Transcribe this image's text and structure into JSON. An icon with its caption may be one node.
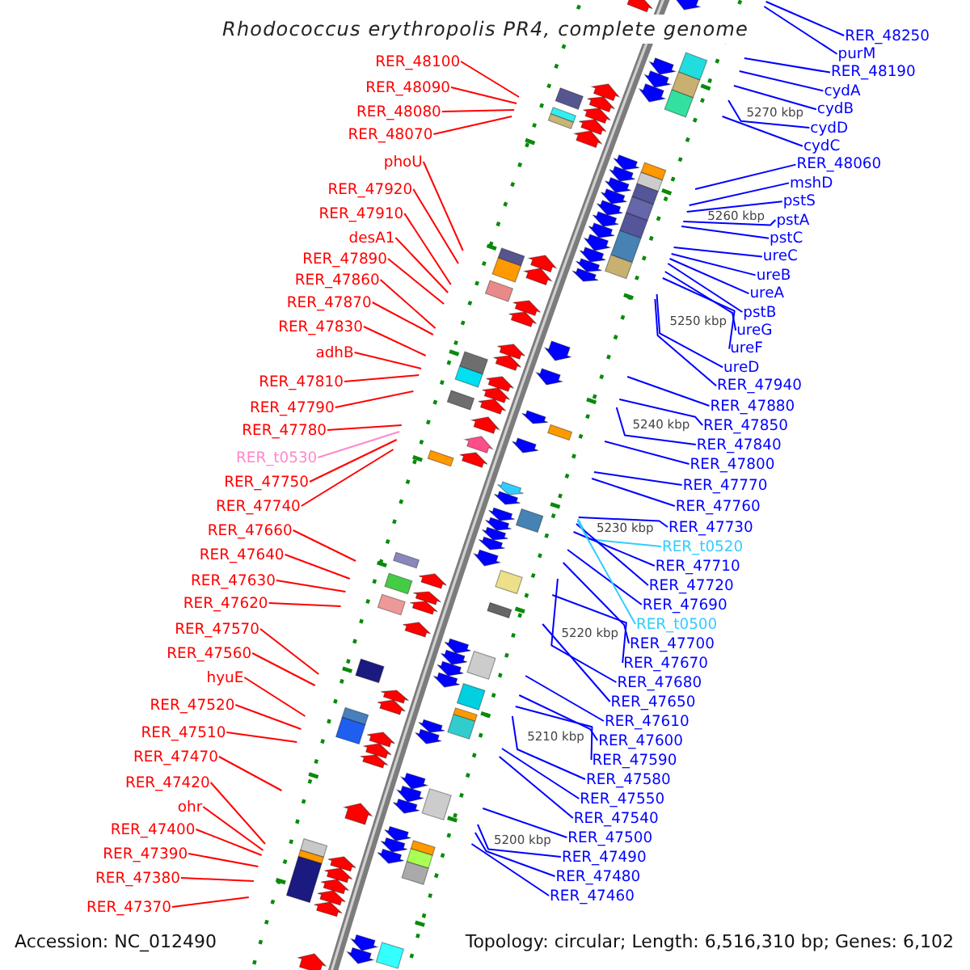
{
  "diagram": {
    "title": "Rhodococcus erythropolis PR4, complete genome",
    "nodes": [
      {
        "text": [
          "RER_48100"
        ]
      },
      {
        "text": [
          "RER_48090"
        ]
      },
      {
        "text": [
          "RER_48080"
        ]
      },
      {
        "text": [
          "RER_48070"
        ]
      },
      {
        "text": [
          "phoU"
        ]
      },
      {
        "text": [
          "RER_47920"
        ]
      },
      {
        "text": [
          "RER_47910"
        ]
      },
      {
        "text": [
          "desA1"
        ]
      },
      {
        "text": [
          "RER_47890"
        ]
      },
      {
        "text": [
          "RER_47860"
        ]
      },
      {
        "text": [
          "RER_47870"
        ]
      },
      {
        "text": [
          "RER_47830"
        ]
      },
      {
        "text": [
          "adhB"
        ]
      },
      {
        "text": [
          "RER_47810"
        ]
      },
      {
        "text": [
          "RER_47790"
        ]
      },
      {
        "text": [
          "RER_47780"
        ]
      },
      {
        "text": [
          "RER_t0530"
        ]
      },
      {
        "text": [
          "RER_47750"
        ]
      },
      {
        "text": [
          "RER_47740"
        ]
      },
      {
        "text": [
          "RER_47660"
        ]
      },
      {
        "text": [
          "RER_47640"
        ]
      },
      {
        "text": [
          "RER_47630"
        ]
      },
      {
        "text": [
          "RER_47620"
        ]
      },
      {
        "text": [
          "RER_47570"
        ]
      },
      {
        "text": [
          "RER_47560"
        ]
      },
      {
        "text": [
          "hyuE"
        ]
      },
      {
        "text": [
          "RER_47520"
        ]
      },
      {
        "text": [
          "RER_47510"
        ]
      },
      {
        "text": [
          "RER_47470"
        ]
      },
      {
        "text": [
          "RER_47420"
        ]
      },
      {
        "text": [
          "ohr"
        ]
      },
      {
        "text": [
          "RER_47400"
        ]
      },
      {
        "text": [
          "RER_47390"
        ]
      },
      {
        "text": [
          "RER_47380"
        ]
      },
      {
        "text": [
          "RER_47370"
        ]
      },
      {
        "text": [
          "purM"
        ]
      },
      {
        "text": [
          "RER_48250"
        ]
      },
      {
        "text": [
          "RER_48190"
        ]
      },
      {
        "text": [
          "cydA"
        ]
      },
      {
        "text": [
          "cydB"
        ]
      },
      {
        "text": [
          "cydD"
        ]
      },
      {
        "text": [
          "cydC"
        ]
      },
      {
        "text": [
          "RER_48060"
        ]
      },
      {
        "text": [
          "mshD"
        ]
      },
      {
        "text": [
          "pstS"
        ]
      },
      {
        "text": [
          "pstA"
        ]
      },
      {
        "text": [
          "pstC"
        ]
      },
      {
        "text": [
          "ureC"
        ]
      },
      {
        "text": [
          "ureB"
        ]
      },
      {
        "text": [
          "ureA"
        ]
      },
      {
        "text": [
          "pstB"
        ]
      },
      {
        "text": [
          "ureG"
        ]
      },
      {
        "text": [
          "ureF"
        ]
      },
      {
        "text": [
          "ureD"
        ]
      },
      {
        "text": [
          "RER_47940"
        ]
      },
      {
        "text": [
          "RER_47880"
        ]
      },
      {
        "text": [
          "RER_47850"
        ]
      },
      {
        "text": [
          "RER_47840"
        ]
      },
      {
        "text": [
          "RER_47800"
        ]
      },
      {
        "text": [
          "RER_47770"
        ]
      },
      {
        "text": [
          "RER_47760"
        ]
      },
      {
        "text": [
          "RER_47730"
        ]
      },
      {
        "text": [
          "RER_t0520"
        ]
      },
      {
        "text": [
          "RER_47710"
        ]
      },
      {
        "text": [
          "RER_47720"
        ]
      },
      {
        "text": [
          "RER_47690"
        ]
      },
      {
        "text": [
          "RER_t0500"
        ]
      },
      {
        "text": [
          "RER_47700"
        ]
      },
      {
        "text": [
          "RER_47670"
        ]
      },
      {
        "text": [
          "RER_47680"
        ]
      },
      {
        "text": [
          "RER_47650"
        ]
      },
      {
        "text": [
          "RER_47610"
        ]
      },
      {
        "text": [
          "RER_47600"
        ]
      },
      {
        "text": [
          "RER_47590"
        ]
      },
      {
        "text": [
          "RER_47580"
        ]
      },
      {
        "text": [
          "RER_47550"
        ]
      },
      {
        "text": [
          "RER_47540"
        ]
      },
      {
        "text": [
          "RER_47500"
        ]
      },
      {
        "text": [
          "RER_47490"
        ]
      },
      {
        "text": [
          "RER_47480"
        ]
      },
      {
        "text": [
          "RER_47460"
        ]
      }
    ],
    "edges": [
      {
        "from": 0,
        "to": null,
        "arrow": "none",
        "color": "#ff0000"
      },
      {
        "from": 1,
        "to": null,
        "arrow": "none",
        "color": "#ff0000"
      },
      {
        "from": 2,
        "to": null,
        "arrow": "none",
        "color": "#ff0000"
      },
      {
        "from": 3,
        "to": null,
        "arrow": "none",
        "color": "#ff0000"
      },
      {
        "from": 4,
        "to": null,
        "arrow": "none",
        "color": "#ff0000"
      },
      {
        "from": 5,
        "to": null,
        "arrow": "none",
        "color": "#ff0000"
      },
      {
        "from": 6,
        "to": null,
        "arrow": "none",
        "color": "#ff0000"
      },
      {
        "from": 7,
        "to": null,
        "arrow": "none",
        "color": "#ff0000"
      },
      {
        "from": 8,
        "to": null,
        "arrow": "none",
        "color": "#ff0000"
      },
      {
        "from": 9,
        "to": null,
        "arrow": "none",
        "color": "#ff0000"
      },
      {
        "from": 10,
        "to": null,
        "arrow": "none",
        "color": "#ff0000"
      },
      {
        "from": 11,
        "to": null,
        "arrow": "none",
        "color": "#ff0000"
      },
      {
        "from": 12,
        "to": null,
        "arrow": "none",
        "color": "#ff0000"
      },
      {
        "from": 13,
        "to": null,
        "arrow": "none",
        "color": "#ff0000"
      },
      {
        "from": 14,
        "to": null,
        "arrow": "none",
        "color": "#ff0000"
      },
      {
        "from": 15,
        "to": null,
        "arrow": "none",
        "color": "#ff0000"
      },
      {
        "from": 16,
        "to": null,
        "arrow": "none",
        "color": "#ff88cc"
      },
      {
        "from": 17,
        "to": null,
        "arrow": "none",
        "color": "#ff0000"
      },
      {
        "from": 18,
        "to": null,
        "arrow": "none",
        "color": "#ff0000"
      },
      {
        "from": 19,
        "to": null,
        "arrow": "none",
        "color": "#ff0000"
      },
      {
        "from": 20,
        "to": null,
        "arrow": "none",
        "color": "#ff0000"
      },
      {
        "from": 21,
        "to": null,
        "arrow": "none",
        "color": "#ff0000"
      },
      {
        "from": 22,
        "to": null,
        "arrow": "none",
        "color": "#ff0000"
      },
      {
        "from": 23,
        "to": null,
        "arrow": "none",
        "color": "#ff0000"
      },
      {
        "from": 24,
        "to": null,
        "arrow": "none",
        "color": "#ff0000"
      },
      {
        "from": 25,
        "to": null,
        "arrow": "none",
        "color": "#ff0000"
      },
      {
        "from": 26,
        "to": null,
        "arrow": "none",
        "color": "#ff0000"
      },
      {
        "from": 27,
        "to": null,
        "arrow": "none",
        "color": "#ff0000"
      },
      {
        "from": 28,
        "to": null,
        "arrow": "none",
        "color": "#ff0000"
      },
      {
        "from": 29,
        "to": null,
        "arrow": "none",
        "color": "#ff0000"
      },
      {
        "from": 30,
        "to": null,
        "arrow": "none",
        "color": "#ff0000"
      },
      {
        "from": 31,
        "to": null,
        "arrow": "none",
        "color": "#ff0000"
      },
      {
        "from": 32,
        "to": null,
        "arrow": "none",
        "color": "#ff0000"
      },
      {
        "from": 33,
        "to": null,
        "arrow": "none",
        "color": "#ff0000"
      },
      {
        "from": 34,
        "to": null,
        "arrow": "none",
        "color": "#ff0000"
      },
      {
        "from": 35,
        "to": null,
        "arrow": "none"
      },
      {
        "from": 36,
        "to": null,
        "arrow": "none"
      },
      {
        "from": 37,
        "to": null,
        "arrow": "none"
      },
      {
        "from": 38,
        "to": null,
        "arrow": "none"
      },
      {
        "from": 39,
        "to": null,
        "arrow": "none"
      },
      {
        "from": 40,
        "to": null,
        "arrow": "none"
      },
      {
        "from": 41,
        "to": null,
        "arrow": "none"
      },
      {
        "from": 42,
        "to": null,
        "arrow": "none"
      },
      {
        "from": 43,
        "to": null,
        "arrow": "none"
      },
      {
        "from": 44,
        "to": null,
        "arrow": "none"
      },
      {
        "from": 45,
        "to": null,
        "arrow": "none"
      },
      {
        "from": 46,
        "to": null,
        "arrow": "none"
      },
      {
        "from": 47,
        "to": null,
        "arrow": "none"
      },
      {
        "from": 48,
        "to": null,
        "arrow": "none"
      },
      {
        "from": 49,
        "to": null,
        "arrow": "none"
      },
      {
        "from": 50,
        "to": null,
        "arrow": "none"
      },
      {
        "from": 51,
        "to": null,
        "arrow": "none"
      },
      {
        "from": 52,
        "to": null,
        "arrow": "none"
      },
      {
        "from": 53,
        "to": null,
        "arrow": "none"
      },
      {
        "from": 54,
        "to": null,
        "arrow": "none"
      },
      {
        "from": 55,
        "to": null,
        "arrow": "none"
      },
      {
        "from": 56,
        "to": null,
        "arrow": "none"
      },
      {
        "from": 57,
        "to": null,
        "arrow": "none"
      },
      {
        "from": 58,
        "to": null,
        "arrow": "none"
      },
      {
        "from": 59,
        "to": null,
        "arrow": "none"
      },
      {
        "from": 60,
        "to": null,
        "arrow": "none"
      },
      {
        "from": 61,
        "to": null,
        "arrow": "none"
      },
      {
        "from": 62,
        "to": null,
        "arrow": "none",
        "color": "#33ccff"
      },
      {
        "from": 63,
        "to": null,
        "arrow": "none"
      },
      {
        "from": 64,
        "to": null,
        "arrow": "none"
      },
      {
        "from": 65,
        "to": null,
        "arrow": "none"
      },
      {
        "from": 66,
        "to": null,
        "arrow": "none",
        "color": "#33ccff"
      },
      {
        "from": 67,
        "to": null,
        "arrow": "none"
      },
      {
        "from": 68,
        "to": null,
        "arrow": "none"
      },
      {
        "from": 69,
        "to": null,
        "arrow": "none"
      },
      {
        "from": 70,
        "to": null,
        "arrow": "none"
      },
      {
        "from": 71,
        "to": null,
        "arrow": "none"
      },
      {
        "from": 72,
        "to": null,
        "arrow": "none"
      },
      {
        "from": 73,
        "to": null,
        "arrow": "none"
      },
      {
        "from": 74,
        "to": null,
        "arrow": "none"
      },
      {
        "from": 75,
        "to": null,
        "arrow": "none"
      },
      {
        "from": 76,
        "to": null,
        "arrow": "none"
      },
      {
        "from": 77,
        "to": null,
        "arrow": "none"
      },
      {
        "from": 78,
        "to": null,
        "arrow": "none"
      },
      {
        "from": 79,
        "to": null,
        "arrow": "none"
      },
      {
        "from": 80,
        "to": null,
        "arrow": "none"
      }
    ],
    "labels": [
      "5270 kbp",
      "5260 kbp",
      "5250 kbp",
      "5240 kbp",
      "5230 kbp",
      "5220 kbp",
      "5210 kbp",
      "5200 kbp",
      "Accession: NC_012490",
      "Topology: circular; Length: 6,516,310 bp; Genes: 6,102"
    ]
  }
}
